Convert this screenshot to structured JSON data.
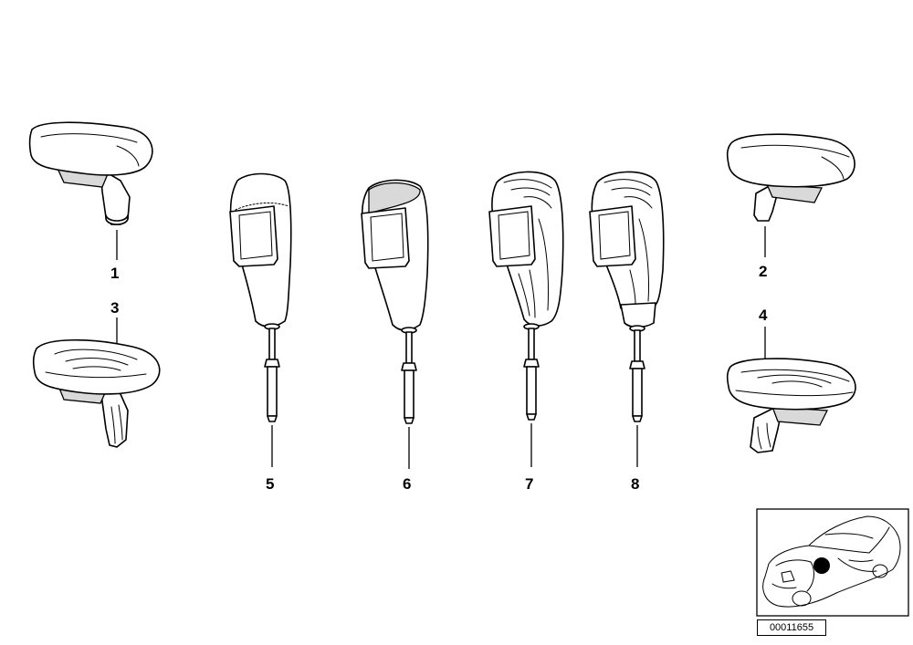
{
  "callouts": {
    "c1": "1",
    "c2": "2",
    "c3": "3",
    "c4": "4",
    "c5": "5",
    "c6": "6",
    "c7": "7",
    "c8": "8"
  },
  "reference_code": "00011655",
  "colors": {
    "ink": "#000000",
    "background": "#ffffff",
    "shade": "#d9d9d9"
  }
}
